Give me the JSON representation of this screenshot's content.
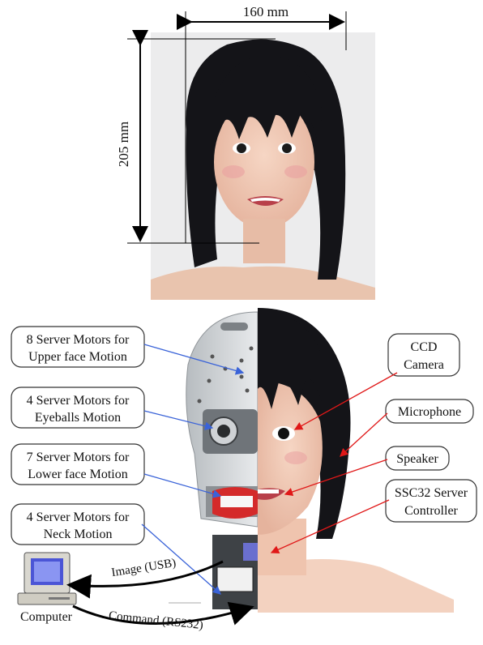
{
  "dimensions": {
    "width_label": "160 mm",
    "height_label": "205 mm"
  },
  "left_labels": [
    {
      "line1": "8 Server Motors for",
      "line2": "Upper face Motion"
    },
    {
      "line1": "4 Server Motors for",
      "line2": "Eyeballs Motion"
    },
    {
      "line1": "7 Server Motors for",
      "line2": "Lower face Motion"
    },
    {
      "line1": "4 Server Motors for",
      "line2": "Neck Motion"
    }
  ],
  "right_labels": [
    {
      "line1": "CCD",
      "line2": "Camera"
    },
    {
      "line1": "Microphone",
      "line2": ""
    },
    {
      "line1": "Speaker",
      "line2": ""
    },
    {
      "line1": "SSC32 Server",
      "line2": "Controller"
    }
  ],
  "computer_label": "Computer",
  "link_labels": {
    "image": "Image (USB)",
    "command": "Command (RS232)"
  },
  "colors": {
    "left_arrows": "#3a63d8",
    "right_arrows": "#e01818",
    "hair": "#141418",
    "skin": "#f2cbb6"
  },
  "icons": [
    "computer-icon"
  ]
}
